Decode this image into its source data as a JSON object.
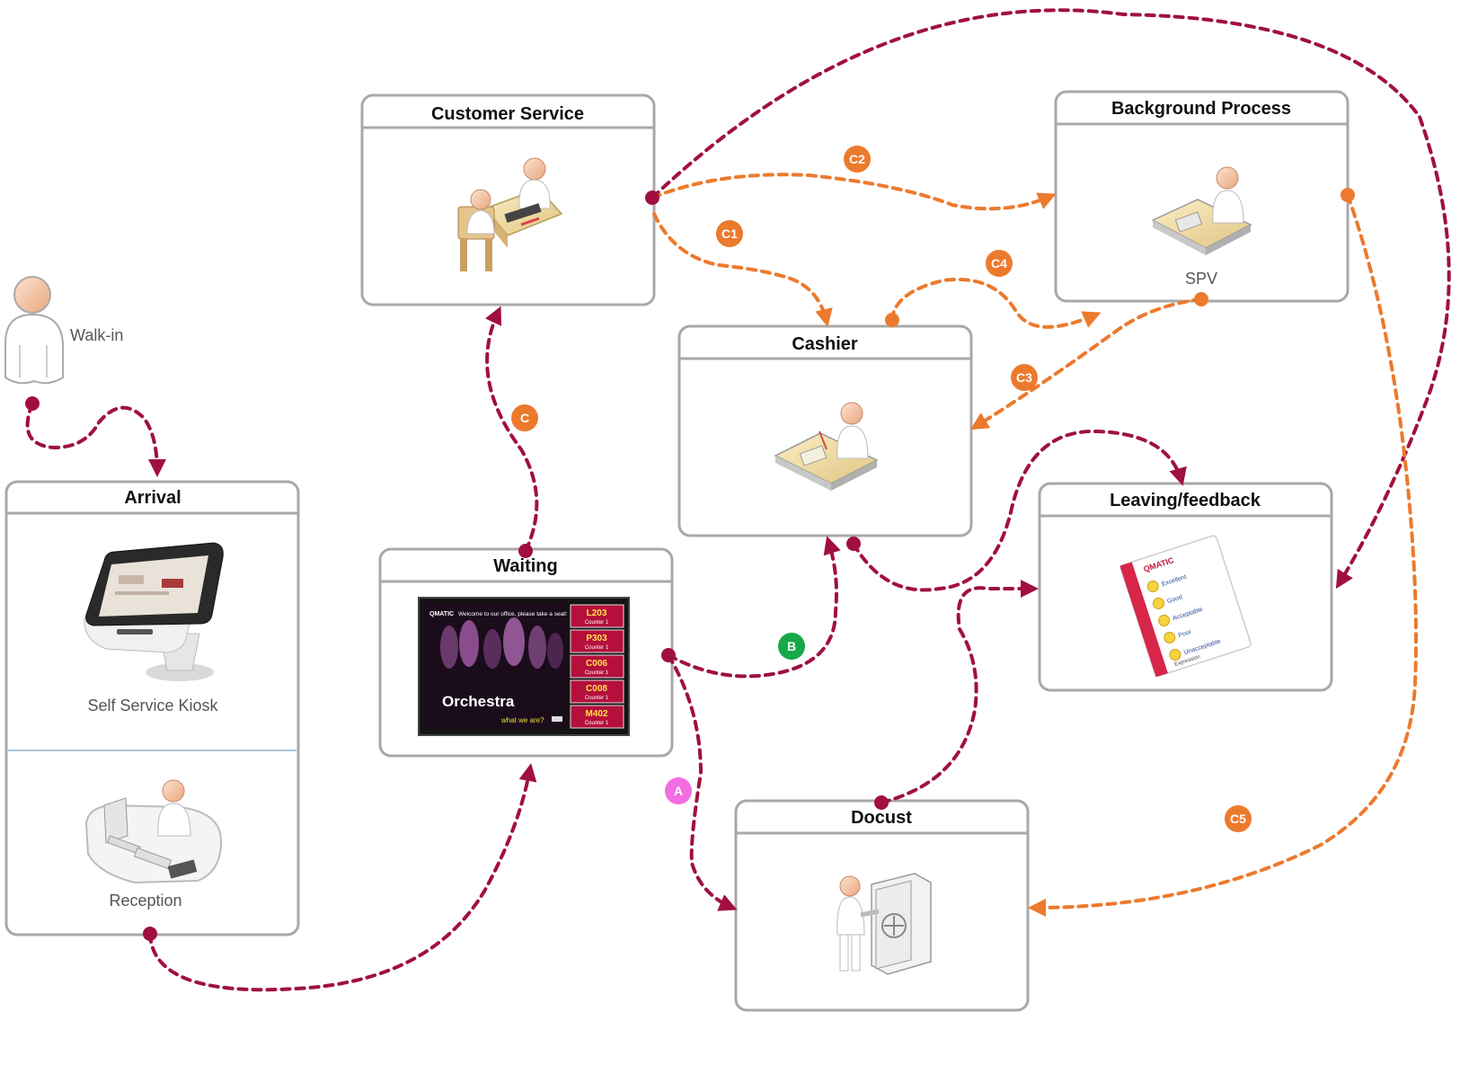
{
  "colors": {
    "primary_flow": "#a0103f",
    "secondary_flow": "#ec7a2d",
    "badge_b": "#17a84a",
    "badge_a": "#f26ddf",
    "box_border": "#a8a8a8"
  },
  "actor": {
    "label": "Walk-in",
    "icon": "person-icon"
  },
  "boxes": {
    "customer_service": {
      "title": "Customer Service",
      "icon": "service-desk-icon"
    },
    "background_process": {
      "title": "Background Process",
      "caption": "SPV",
      "icon": "desk-worker-icon"
    },
    "cashier": {
      "title": "Cashier",
      "icon": "cashier-worker-icon"
    },
    "arrival": {
      "title": "Arrival",
      "kiosk_caption": "Self Service Kiosk",
      "reception_caption": "Reception"
    },
    "waiting": {
      "title": "Waiting"
    },
    "leaving": {
      "title": "Leaving/feedback"
    },
    "docust": {
      "title": "Docust",
      "icon": "safe-vault-icon"
    }
  },
  "badges": {
    "c": "C",
    "c1": "C1",
    "c2": "C2",
    "c3": "C3",
    "c4": "C4",
    "c5": "C5",
    "b": "B",
    "a": "A"
  },
  "waiting_screen": {
    "brand": "QMATIC",
    "message": "Welcome to our office, please take a seat!",
    "title": "Orchestra",
    "subtitle": "what we are?",
    "tickets": [
      {
        "number": "L203",
        "counter": "Counter 1"
      },
      {
        "number": "P303",
        "counter": "Counter 1"
      },
      {
        "number": "C006",
        "counter": "Counter 1"
      },
      {
        "number": "C008",
        "counter": "Counter 1"
      },
      {
        "number": "M402",
        "counter": "Counter 1"
      }
    ]
  },
  "feedback_card": {
    "brand": "QMATIC",
    "options": [
      "Excellent",
      "Good",
      "Acceptable",
      "Poor",
      "Unacceptable"
    ],
    "footer": "Expression"
  }
}
